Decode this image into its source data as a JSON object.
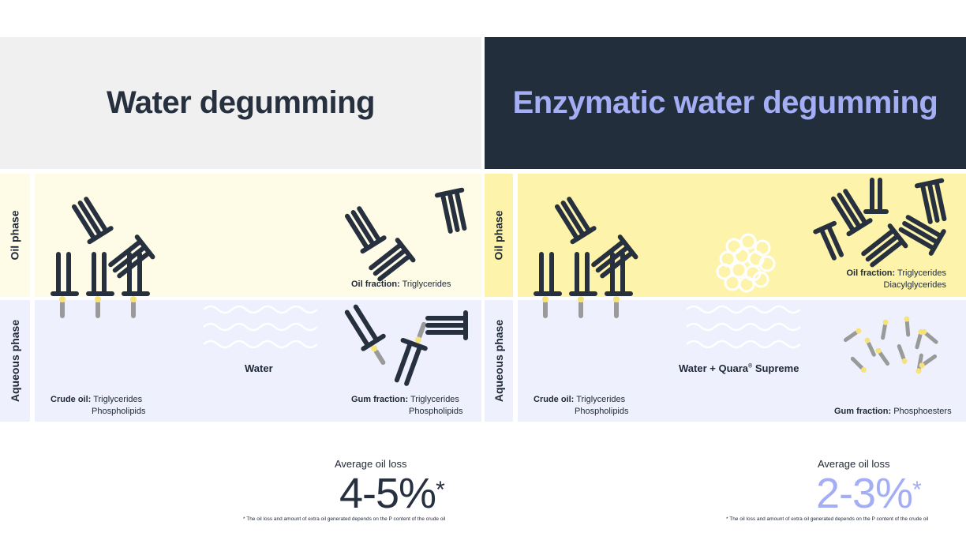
{
  "left": {
    "title": "Water degumming",
    "oil_phase_label": "Oil phase",
    "aqueous_phase_label": "Aqueous phase",
    "oil_fraction_title": "Oil fraction:",
    "oil_fraction_items": [
      "Triglycerides"
    ],
    "water_label": "Water",
    "crude_oil_title": "Crude oil:",
    "crude_oil_items": [
      "Triglycerides",
      "Phospholipids"
    ],
    "gum_fraction_title": "Gum fraction:",
    "gum_fraction_items": [
      "Triglycerides",
      "Phospholipids"
    ],
    "loss_label": "Average oil loss",
    "loss_value": "4-5%",
    "loss_mark": "*",
    "footnote": "* The oil loss and amount of extra oil generated depends on the P content of the crude oil"
  },
  "right": {
    "title": "Enzymatic water degumming",
    "oil_phase_label": "Oil phase",
    "aqueous_phase_label": "Aqueous phase",
    "oil_fraction_title": "Oil fraction:",
    "oil_fraction_items": [
      "Triglycerides",
      "Diacylglycerides"
    ],
    "water_label_prefix": "Water + Quara",
    "water_label_reg": "®",
    "water_label_suffix": " Supreme",
    "crude_oil_title": "Crude oil:",
    "crude_oil_items": [
      "Triglycerides",
      "Phospholipids"
    ],
    "gum_fraction_title": "Gum fraction:",
    "gum_fraction_items": [
      "Phosphoesters"
    ],
    "loss_label": "Average oil loss",
    "loss_value": "2-3%",
    "loss_mark": "*",
    "footnote": "* The oil loss and amount of extra oil generated depends on the P content of the crude oil"
  },
  "colors": {
    "dark_navy": "#232e3d",
    "molecule": "#27303f",
    "lavender": "#a4aef5",
    "oil_light": "#fefbe6",
    "oil_strong": "#fdf3aa",
    "aqueous": "#eef0fd",
    "phosphate": "#f5e37a",
    "chain_gray": "#9a9a9a"
  },
  "icons": [
    "triglyceride-icon",
    "phospholipid-icon",
    "water-wave-icon",
    "oil-droplet-cluster-icon",
    "phosphoester-icon"
  ]
}
